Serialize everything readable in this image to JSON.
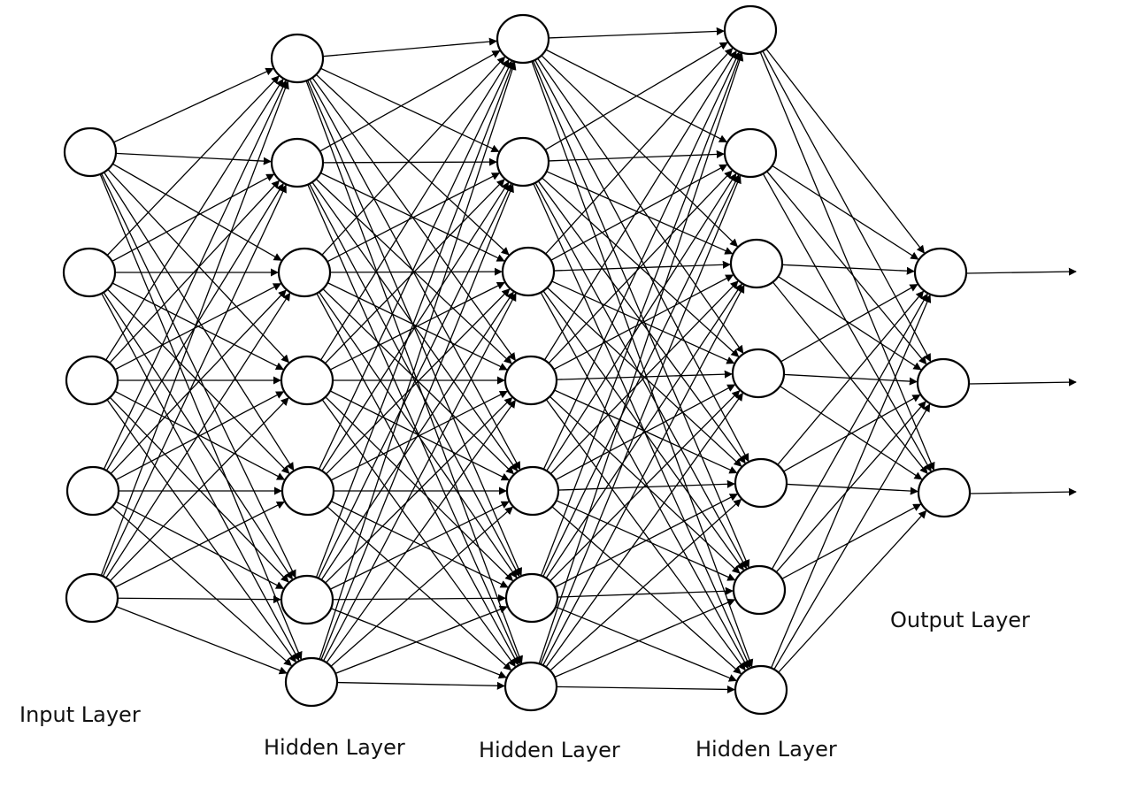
{
  "labels": {
    "input": "Input Layer",
    "hidden_1": "Hidden Layer",
    "hidden_2": "Hidden Layer",
    "hidden_3": "Hidden Layer",
    "output": "Output Layer"
  },
  "network": {
    "connectivity": "fully-connected",
    "layer_sizes": [
      5,
      7,
      7,
      7,
      3
    ],
    "output_arrows": 3
  },
  "colors": {
    "stroke": "#000000",
    "node_fill": "#ffffff",
    "text": "#111111"
  }
}
